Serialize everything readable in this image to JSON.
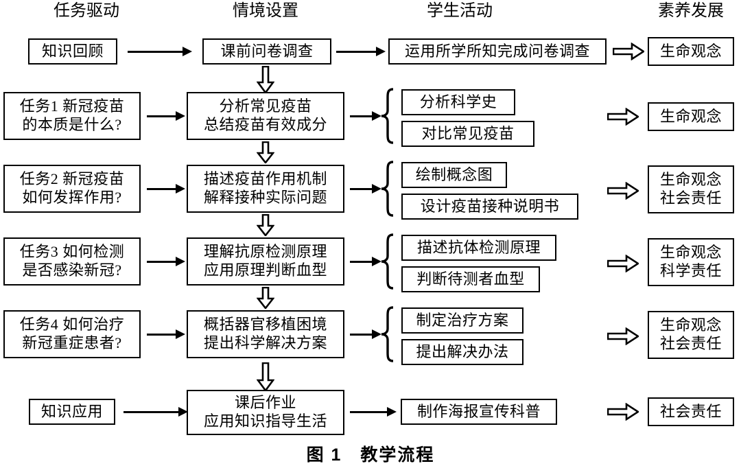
{
  "figure": {
    "caption": "图 1　教学流程"
  },
  "columns": [
    {
      "id": "task-driven",
      "label": "任务驱动"
    },
    {
      "id": "context-setup",
      "label": "情境设置"
    },
    {
      "id": "student-activity",
      "label": "学生活动"
    },
    {
      "id": "literacy-development",
      "label": "素养发展"
    }
  ],
  "rows": [
    {
      "id": "row-0",
      "task": {
        "lines": [
          "知识回顾"
        ]
      },
      "context": {
        "lines": [
          "课前问卷调查"
        ]
      },
      "activities": [
        {
          "lines": [
            "运用所学所知完成问卷调查"
          ]
        }
      ],
      "literacy": {
        "lines": [
          "生命观念"
        ]
      },
      "has_brace": false
    },
    {
      "id": "row-1",
      "task": {
        "lines": [
          "任务1 新冠疫苗",
          "的本质是什么?"
        ]
      },
      "context": {
        "lines": [
          "分析常见疫苗",
          "总结疫苗有效成分"
        ]
      },
      "activities": [
        {
          "lines": [
            "分析科学史"
          ]
        },
        {
          "lines": [
            "对比常见疫苗"
          ]
        }
      ],
      "literacy": {
        "lines": [
          "生命观念"
        ]
      },
      "has_brace": true
    },
    {
      "id": "row-2",
      "task": {
        "lines": [
          "任务2 新冠疫苗",
          "如何发挥作用?"
        ]
      },
      "context": {
        "lines": [
          "描述疫苗作用机制",
          "解释接种实际问题"
        ]
      },
      "activities": [
        {
          "lines": [
            "绘制概念图"
          ]
        },
        {
          "lines": [
            "设计疫苗接种说明书"
          ]
        }
      ],
      "literacy": {
        "lines": [
          "生命观念",
          "社会责任"
        ]
      },
      "has_brace": true
    },
    {
      "id": "row-3",
      "task": {
        "lines": [
          "任务3 如何检测",
          "是否感染新冠?"
        ]
      },
      "context": {
        "lines": [
          "理解抗原检测原理",
          "应用原理判断血型"
        ]
      },
      "activities": [
        {
          "lines": [
            "描述抗体检测原理"
          ]
        },
        {
          "lines": [
            "判断待测者血型"
          ]
        }
      ],
      "literacy": {
        "lines": [
          "生命观念",
          "科学责任"
        ]
      },
      "has_brace": true
    },
    {
      "id": "row-4",
      "task": {
        "lines": [
          "任务4 如何治疗",
          "新冠重症患者?"
        ]
      },
      "context": {
        "lines": [
          "概括器官移植困境",
          "提出科学解决方案"
        ]
      },
      "activities": [
        {
          "lines": [
            "制定治疗方案"
          ]
        },
        {
          "lines": [
            "提出解决办法"
          ]
        }
      ],
      "literacy": {
        "lines": [
          "生命观念",
          "社会责任"
        ]
      },
      "has_brace": true
    },
    {
      "id": "row-5",
      "task": {
        "lines": [
          "知识应用"
        ]
      },
      "context": {
        "lines": [
          "课后作业",
          "应用知识指导生活"
        ]
      },
      "activities": [
        {
          "lines": [
            "制作海报宣传科普"
          ]
        }
      ],
      "literacy": {
        "lines": [
          "社会责任"
        ]
      },
      "has_brace": false
    }
  ],
  "connectors": {
    "task_to_context": "solid-right-arrow",
    "context_to_activity": "solid-right-arrow",
    "activity_to_literacy": "hollow-right-block-arrow",
    "context_chain": "hollow-down-block-arrow",
    "activity_group": "curly-brace"
  },
  "style": {
    "stroke": "#000000",
    "background": "#ffffff"
  }
}
